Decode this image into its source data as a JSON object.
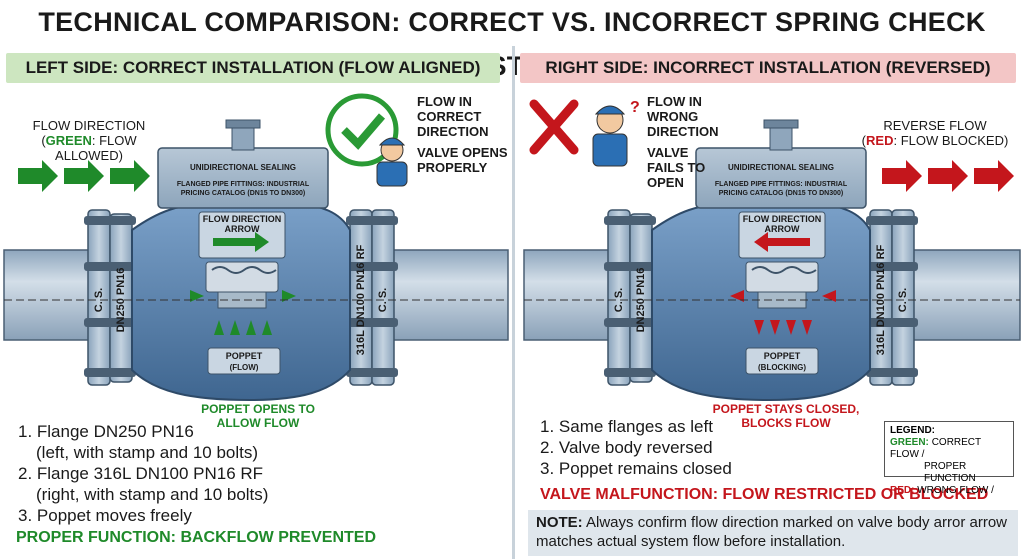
{
  "title": "TECHNICAL COMPARISON: CORRECT VS. INCORRECT SPRING CHECK VALVE INSTALLATION",
  "left": {
    "banner": "LEFT SIDE: CORRECT INSTALLATION (FLOW ALIGNED)",
    "flow_label_1": "FLOW DIRECTION",
    "flow_label_2a": "(",
    "flow_label_2b": "GREEN",
    "flow_label_2c": ": FLOW ALLOWED)",
    "callout_1": "FLOW IN",
    "callout_2": "CORRECT",
    "callout_3": "DIRECTION",
    "callout_4": "VALVE OPENS",
    "callout_5": "PROPERLY",
    "bonnet_1": "UNIDIRECTIONAL SEALING",
    "bonnet_2": "FLANGED PIPE FITTINGS: INDUSTRIAL",
    "bonnet_3": "PRICING CATALOG (DN15 TO DN300)",
    "arrow_box_1": "FLOW DIRECTION",
    "arrow_box_2": "ARROW",
    "poppet_1": "POPPET",
    "poppet_2": "(FLOW)",
    "flange_l_1": "C. S.",
    "flange_l_2": "DN250 PN16",
    "flange_r_1": "316L DN100 PN16 RF",
    "flange_r_2": "C. S.",
    "poppet_note_1": "POPPET OPENS TO",
    "poppet_note_2": "ALLOW FLOW",
    "list": [
      "1. Flange DN250 PN16",
      "(left, with stamp and 10 bolts)",
      "2. Flange 316L DN100 PN16 RF",
      "(right, with stamp and 10 bolts)",
      "3. Poppet moves freely"
    ],
    "status": "PROPER FUNCTION: BACKFLOW PREVENTED"
  },
  "right": {
    "banner": "RIGHT SIDE: INCORRECT INSTALLATION (REVERSED)",
    "callout_1": "FLOW IN",
    "callout_2": "WRONG",
    "callout_3": "DIRECTION",
    "callout_4": "VALVE",
    "callout_5": "FAILS TO",
    "callout_6": "OPEN",
    "flow_label_1": "REVERSE FLOW",
    "flow_label_2a": "(",
    "flow_label_2b": "RED",
    "flow_label_2c": ": FLOW BLOCKED)",
    "bonnet_1": "UNIDIRECTIONAL SEALING",
    "bonnet_2": "FLANGED PIPE FITTINGS: INDUSTRIAL",
    "bonnet_3": "PRICING CATALOG (DN15 TO DN300)",
    "arrow_box_1": "FLOW DIRECTION",
    "arrow_box_2": "ARROW",
    "poppet_1": "POPPET",
    "poppet_2": "(BLOCKING)",
    "flange_l_1": "C. S.",
    "flange_l_2": "DN250 PN16",
    "flange_r_1": "316L DN100 PN16 RF",
    "flange_r_2": "C. S.",
    "poppet_note_1": "POPPET STAYS CLOSED,",
    "poppet_note_2": "BLOCKS FLOW",
    "list": [
      "1. Same flanges as left",
      "2. Valve body reversed",
      "3. Poppet remains closed"
    ],
    "status": "VALVE MALFUNCTION: FLOW RESTRICTED OR BLOCKED",
    "legend": {
      "title": "LEGEND:",
      "green_key": "GREEN:",
      "green_val_1": "CORRECT FLOW /",
      "green_val_2": "PROPER FUNCTION",
      "red_key": "RED:",
      "red_val": "WRONG FLOW /"
    },
    "note_key": "NOTE:",
    "note_text": "Always confirm flow direction marked on valve body arror arrow matches actual system flow before installation."
  },
  "colors": {
    "green": "#1f8a2a",
    "red": "#c4161c",
    "valve_blue": "#5f87b3",
    "pipe": "#a9bdd0"
  },
  "icons": [
    "checkmark-icon",
    "x-cross-icon",
    "worker-happy-icon",
    "worker-confused-icon",
    "flow-arrow-icon"
  ]
}
